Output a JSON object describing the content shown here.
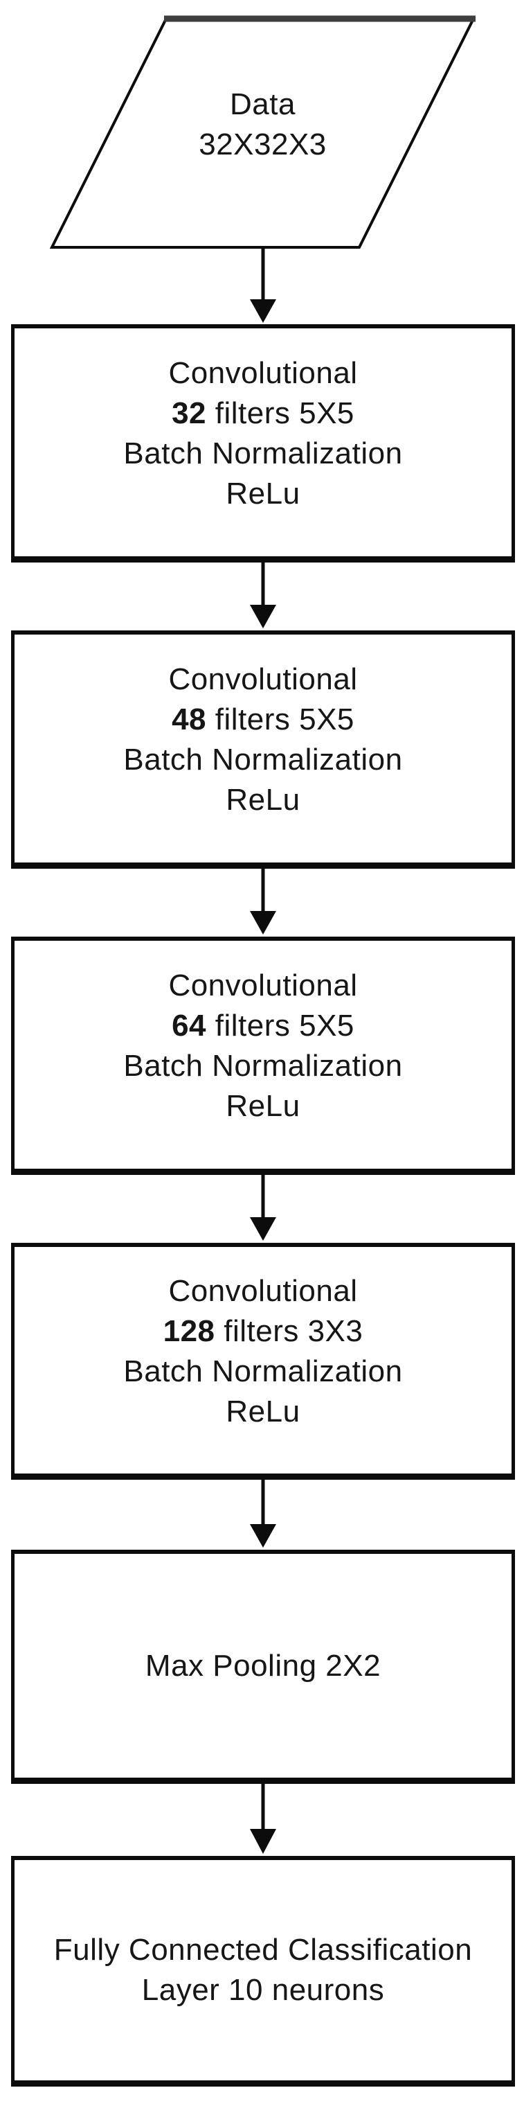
{
  "diagram": {
    "title_hint": "CNN architecture flowchart",
    "colors": {
      "background": "#ffffff",
      "line": "#0c0c0c",
      "text": "#161616",
      "input_top_edge": "#3e3e3e"
    },
    "nodes": {
      "input": {
        "line1": "Data",
        "line2": "32X32X3"
      },
      "conv1": {
        "title": "Convolutional",
        "filters_bold": "32",
        "filters_rest": " filters 5X5",
        "batch_norm": "Batch Normalization",
        "activation": "ReLu"
      },
      "conv2": {
        "title": "Convolutional",
        "filters_bold": "48",
        "filters_rest": " filters 5X5",
        "batch_norm": "Batch Normalization",
        "activation": "ReLu"
      },
      "conv3": {
        "title": "Convolutional",
        "filters_bold": "64",
        "filters_rest": " filters 5X5",
        "batch_norm": "Batch Normalization",
        "activation": "ReLu"
      },
      "conv4": {
        "title": "Convolutional",
        "filters_bold": "128",
        "filters_rest": " filters 3X3",
        "batch_norm": "Batch Normalization",
        "activation": "ReLu"
      },
      "maxpool": {
        "label": "Max Pooling 2X2"
      },
      "fc": {
        "line1": "Fully Connected Classification",
        "line2": "Layer 10 neurons"
      }
    }
  }
}
